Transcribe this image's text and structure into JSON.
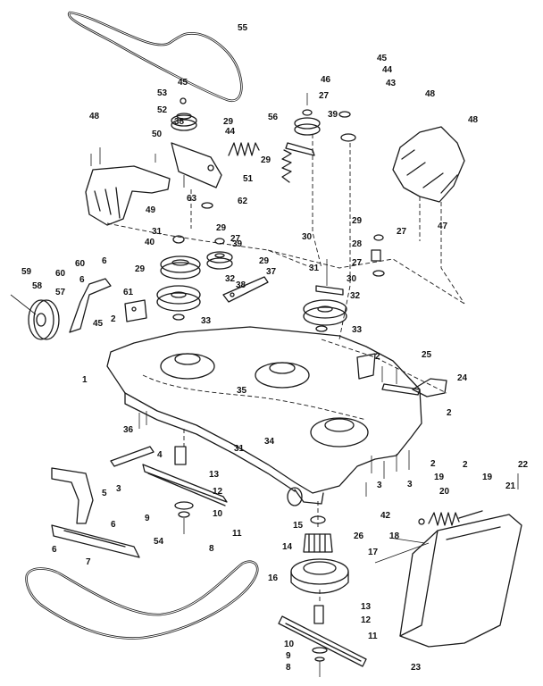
{
  "diagram": {
    "labels": [
      {
        "id": "l55",
        "text": "55"
      },
      {
        "id": "l46",
        "text": "46"
      },
      {
        "id": "l45a",
        "text": "45"
      },
      {
        "id": "l44a",
        "text": "44"
      },
      {
        "id": "l43",
        "text": "43"
      },
      {
        "id": "l27a",
        "text": "27"
      },
      {
        "id": "l39a",
        "text": "39"
      },
      {
        "id": "l48a",
        "text": "48"
      },
      {
        "id": "l48b",
        "text": "48"
      },
      {
        "id": "l48c",
        "text": "48"
      },
      {
        "id": "l45b",
        "text": "45"
      },
      {
        "id": "l53",
        "text": "53"
      },
      {
        "id": "l52",
        "text": "52"
      },
      {
        "id": "l38a",
        "text": "38"
      },
      {
        "id": "l50",
        "text": "50"
      },
      {
        "id": "l29a",
        "text": "29"
      },
      {
        "id": "l44b",
        "text": "44"
      },
      {
        "id": "l56",
        "text": "56"
      },
      {
        "id": "l29b",
        "text": "29"
      },
      {
        "id": "l51",
        "text": "51"
      },
      {
        "id": "l47",
        "text": "47"
      },
      {
        "id": "l49",
        "text": "49"
      },
      {
        "id": "l63",
        "text": "63"
      },
      {
        "id": "l62",
        "text": "62"
      },
      {
        "id": "l29c",
        "text": "29"
      },
      {
        "id": "l27b",
        "text": "27"
      },
      {
        "id": "l31a",
        "text": "31"
      },
      {
        "id": "l29d",
        "text": "29"
      },
      {
        "id": "l27c",
        "text": "27"
      },
      {
        "id": "l30a",
        "text": "30"
      },
      {
        "id": "l28",
        "text": "28"
      },
      {
        "id": "l40",
        "text": "40"
      },
      {
        "id": "l39b",
        "text": "39"
      },
      {
        "id": "l27d",
        "text": "27"
      },
      {
        "id": "l59",
        "text": "59"
      },
      {
        "id": "l60a",
        "text": "60"
      },
      {
        "id": "l6a",
        "text": "6"
      },
      {
        "id": "l60b",
        "text": "60"
      },
      {
        "id": "l29e",
        "text": "29"
      },
      {
        "id": "l29f",
        "text": "29"
      },
      {
        "id": "l37",
        "text": "37"
      },
      {
        "id": "l31b",
        "text": "31"
      },
      {
        "id": "l30b",
        "text": "30"
      },
      {
        "id": "l58",
        "text": "58"
      },
      {
        "id": "l6b",
        "text": "6"
      },
      {
        "id": "l32a",
        "text": "32"
      },
      {
        "id": "l38b",
        "text": "38"
      },
      {
        "id": "l32b",
        "text": "32"
      },
      {
        "id": "l57",
        "text": "57"
      },
      {
        "id": "l61",
        "text": "61"
      },
      {
        "id": "l45c",
        "text": "45"
      },
      {
        "id": "l33a",
        "text": "33"
      },
      {
        "id": "l33b",
        "text": "33"
      },
      {
        "id": "l2a",
        "text": "2"
      },
      {
        "id": "l25",
        "text": "25"
      },
      {
        "id": "l2b",
        "text": "2"
      },
      {
        "id": "l24",
        "text": "24"
      },
      {
        "id": "l1",
        "text": "1"
      },
      {
        "id": "l35",
        "text": "35"
      },
      {
        "id": "l2c",
        "text": "2"
      },
      {
        "id": "l36",
        "text": "36"
      },
      {
        "id": "l34",
        "text": "34"
      },
      {
        "id": "l4",
        "text": "4"
      },
      {
        "id": "l3a",
        "text": "3"
      },
      {
        "id": "l31c",
        "text": "31"
      },
      {
        "id": "l13a",
        "text": "13"
      },
      {
        "id": "l12a",
        "text": "12"
      },
      {
        "id": "l5",
        "text": "5"
      },
      {
        "id": "l9a",
        "text": "9"
      },
      {
        "id": "l10a",
        "text": "10"
      },
      {
        "id": "l11a",
        "text": "11"
      },
      {
        "id": "l8a",
        "text": "8"
      },
      {
        "id": "l6c",
        "text": "6"
      },
      {
        "id": "l6d",
        "text": "6"
      },
      {
        "id": "l7",
        "text": "7"
      },
      {
        "id": "l54",
        "text": "54"
      },
      {
        "id": "l2d",
        "text": "2"
      },
      {
        "id": "l2e",
        "text": "2"
      },
      {
        "id": "l22",
        "text": "22"
      },
      {
        "id": "l19a",
        "text": "19"
      },
      {
        "id": "l19b",
        "text": "19"
      },
      {
        "id": "l20",
        "text": "20"
      },
      {
        "id": "l21",
        "text": "21"
      },
      {
        "id": "l3b",
        "text": "3"
      },
      {
        "id": "l3c",
        "text": "3"
      },
      {
        "id": "l42",
        "text": "42"
      },
      {
        "id": "l15",
        "text": "15"
      },
      {
        "id": "l26",
        "text": "26"
      },
      {
        "id": "l18",
        "text": "18"
      },
      {
        "id": "l17",
        "text": "17"
      },
      {
        "id": "l14",
        "text": "14"
      },
      {
        "id": "l16",
        "text": "16"
      },
      {
        "id": "l13b",
        "text": "13"
      },
      {
        "id": "l12b",
        "text": "12"
      },
      {
        "id": "l11b",
        "text": "11"
      },
      {
        "id": "l10b",
        "text": "10"
      },
      {
        "id": "l9b",
        "text": "9"
      },
      {
        "id": "l8b",
        "text": "8"
      },
      {
        "id": "l23",
        "text": "23"
      }
    ]
  }
}
